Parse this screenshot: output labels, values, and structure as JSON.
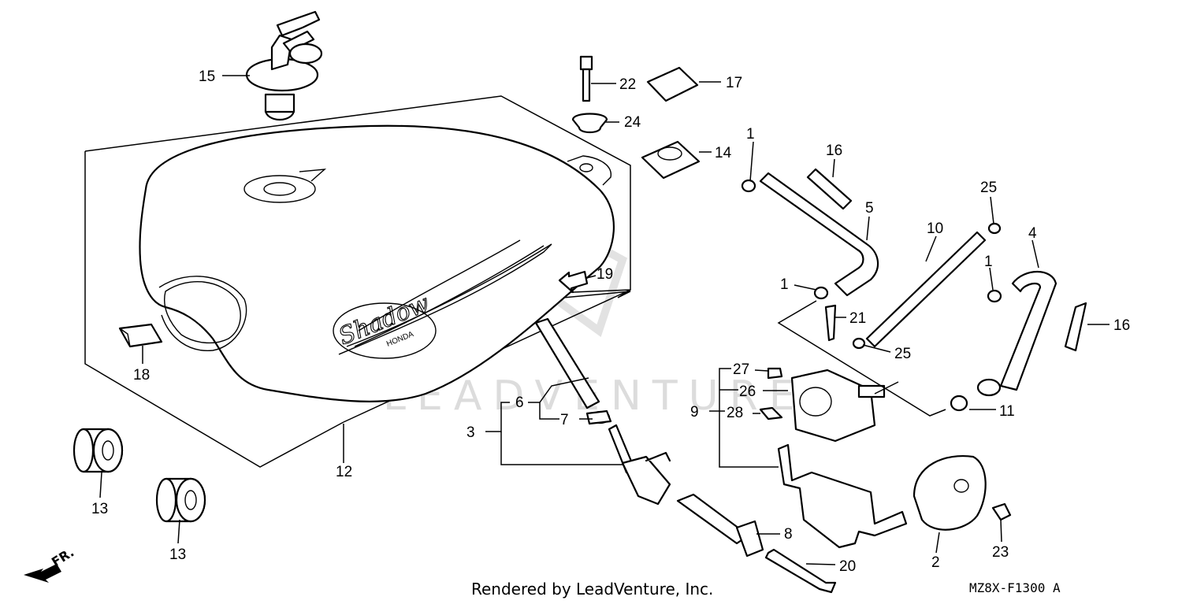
{
  "diagram": {
    "watermark": "LEADVENTURE",
    "direction_label": "FR.",
    "credit": "Rendered by LeadVenture, Inc.",
    "code": "MZ8X-F1300 A",
    "tank_badge": {
      "script": "Shadow",
      "brand": "HONDA"
    },
    "callouts": [
      "1",
      "1",
      "1",
      "1",
      "2",
      "3",
      "4",
      "5",
      "6",
      "7",
      "8",
      "9",
      "10",
      "11",
      "12",
      "13",
      "13",
      "14",
      "15",
      "16",
      "16",
      "17",
      "18",
      "19",
      "20",
      "21",
      "22",
      "23",
      "24",
      "25",
      "25",
      "26",
      "27",
      "28"
    ]
  }
}
